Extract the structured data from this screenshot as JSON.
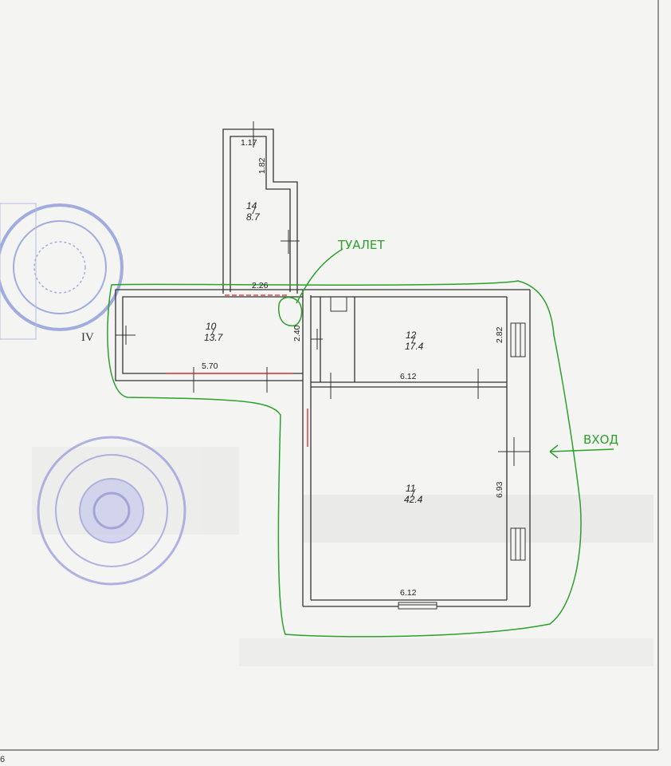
{
  "plan": {
    "rooms": [
      {
        "id": "14",
        "number": "14",
        "area": "8.7"
      },
      {
        "id": "10",
        "number": "10",
        "area": "13.7"
      },
      {
        "id": "12",
        "number": "12",
        "area": "17.4"
      },
      {
        "id": "11",
        "number": "11",
        "area": "42.4"
      }
    ],
    "dimensions": {
      "d_117": "1.17",
      "d_182": "1.82",
      "d_226": "2.26",
      "d_570": "5.70",
      "d_240": "2.40",
      "d_612_top": "6.12",
      "d_612_bottom": "6.12",
      "d_282": "2.82",
      "d_693": "6.93"
    },
    "section_mark": "IV",
    "page_number": "6",
    "room_divider": "/"
  },
  "annotations": {
    "toilet_label": "ТУАЛЕТ",
    "entrance_label": "ВХОД",
    "highlight_color": "#2ca02c",
    "marker_color": "#d62728"
  },
  "stamps": {
    "upper_stamp": {
      "color": "#7d8fd6"
    },
    "lower_stamp": {
      "color": "#8b90d8"
    }
  }
}
